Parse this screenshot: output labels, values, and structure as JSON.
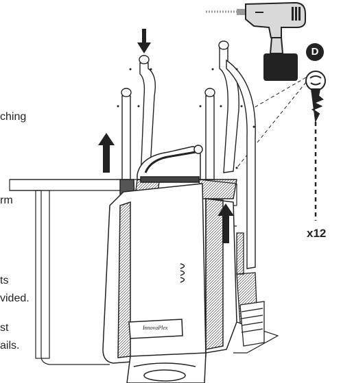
{
  "instruction_fragments": [
    {
      "id": "frag-1",
      "text": "ching"
    },
    {
      "id": "frag-2",
      "text": "rm"
    },
    {
      "id": "frag-3",
      "text": "ts"
    },
    {
      "id": "frag-4",
      "text": "vided."
    },
    {
      "id": "frag-5",
      "text": "st"
    },
    {
      "id": "frag-6",
      "text": "ails."
    }
  ],
  "callout": {
    "letter": "D",
    "quantity": "x12"
  },
  "product": {
    "brand": "InnovaPlex"
  },
  "colors": {
    "ink": "#222222",
    "background": "#ffffff",
    "drill_gray": "#d9d9d9"
  },
  "icons": [
    "power-drill-icon",
    "screw-icon",
    "down-arrow-icon",
    "up-arrow-icon"
  ]
}
